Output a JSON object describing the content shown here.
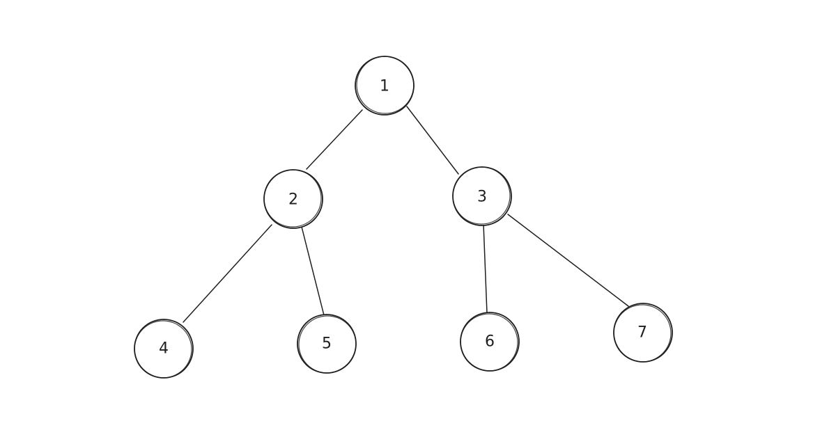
{
  "tree": {
    "nodes": [
      {
        "id": "1",
        "label": "1"
      },
      {
        "id": "2",
        "label": "2"
      },
      {
        "id": "3",
        "label": "3"
      },
      {
        "id": "4",
        "label": "4"
      },
      {
        "id": "5",
        "label": "5"
      },
      {
        "id": "6",
        "label": "6"
      },
      {
        "id": "7",
        "label": "7"
      }
    ],
    "edges": [
      {
        "from": "1",
        "to": "2"
      },
      {
        "from": "1",
        "to": "3"
      },
      {
        "from": "2",
        "to": "4"
      },
      {
        "from": "2",
        "to": "5"
      },
      {
        "from": "3",
        "to": "6"
      },
      {
        "from": "3",
        "to": "7"
      }
    ],
    "stroke_color": "#1e1e1e",
    "background_color": "#ffffff"
  }
}
